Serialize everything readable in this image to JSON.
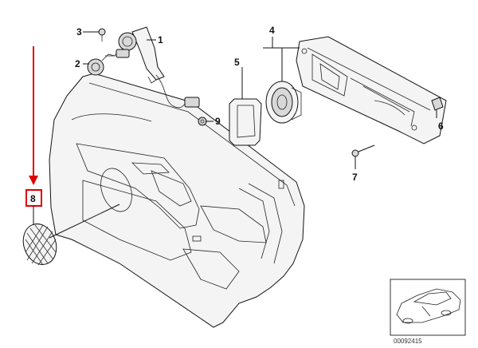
{
  "diagram": {
    "callouts": {
      "p1": "1",
      "p2": "2",
      "p3": "3",
      "p4": "4",
      "p5": "5",
      "p6": "6",
      "p7": "7",
      "p8": "8",
      "p9": "9"
    },
    "reference_number": "00092415"
  },
  "colors": {
    "highlight": "#e00000",
    "line": "#111111",
    "fill": "#f4f4f4"
  }
}
